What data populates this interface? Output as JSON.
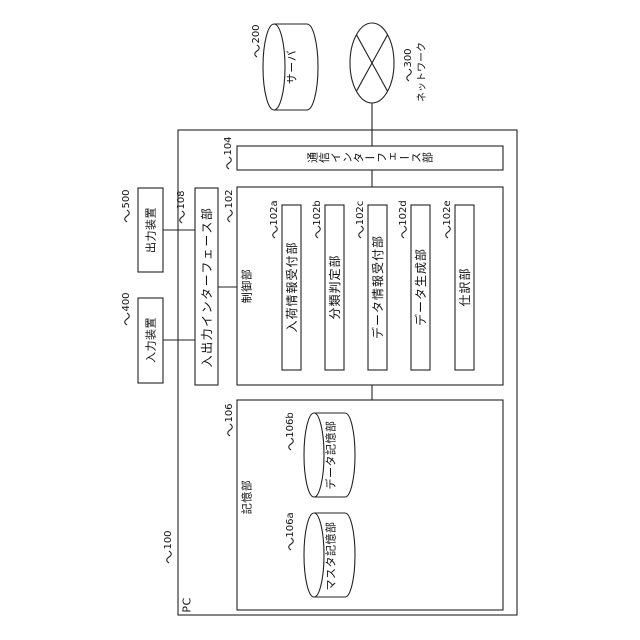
{
  "pc": {
    "label": "PC",
    "ref": "100"
  },
  "server": {
    "label": "サーバ",
    "ref": "200"
  },
  "network": {
    "label": "ネットワーク",
    "ref": "300"
  },
  "input_device": {
    "label": "入力装置",
    "ref": "400"
  },
  "output_device": {
    "label": "出力装置",
    "ref": "500"
  },
  "io_interface": {
    "label": "入出力インターフェース部",
    "ref": "108"
  },
  "comm_interface": {
    "label": "通信インターフェース部",
    "ref": "104"
  },
  "control_unit": {
    "label": "制御部",
    "ref": "102",
    "modules": [
      {
        "ref": "102a",
        "label": "入荷情報受付部"
      },
      {
        "ref": "102b",
        "label": "分類判定部"
      },
      {
        "ref": "102c",
        "label": "データ情報受付部"
      },
      {
        "ref": "102d",
        "label": "データ生成部"
      },
      {
        "ref": "102e",
        "label": "仕訳部"
      }
    ]
  },
  "storage_unit": {
    "label": "記憶部",
    "ref": "106",
    "stores": [
      {
        "ref": "106a",
        "label": "マスタ記憶部"
      },
      {
        "ref": "106b",
        "label": "データ記憶部"
      }
    ]
  }
}
